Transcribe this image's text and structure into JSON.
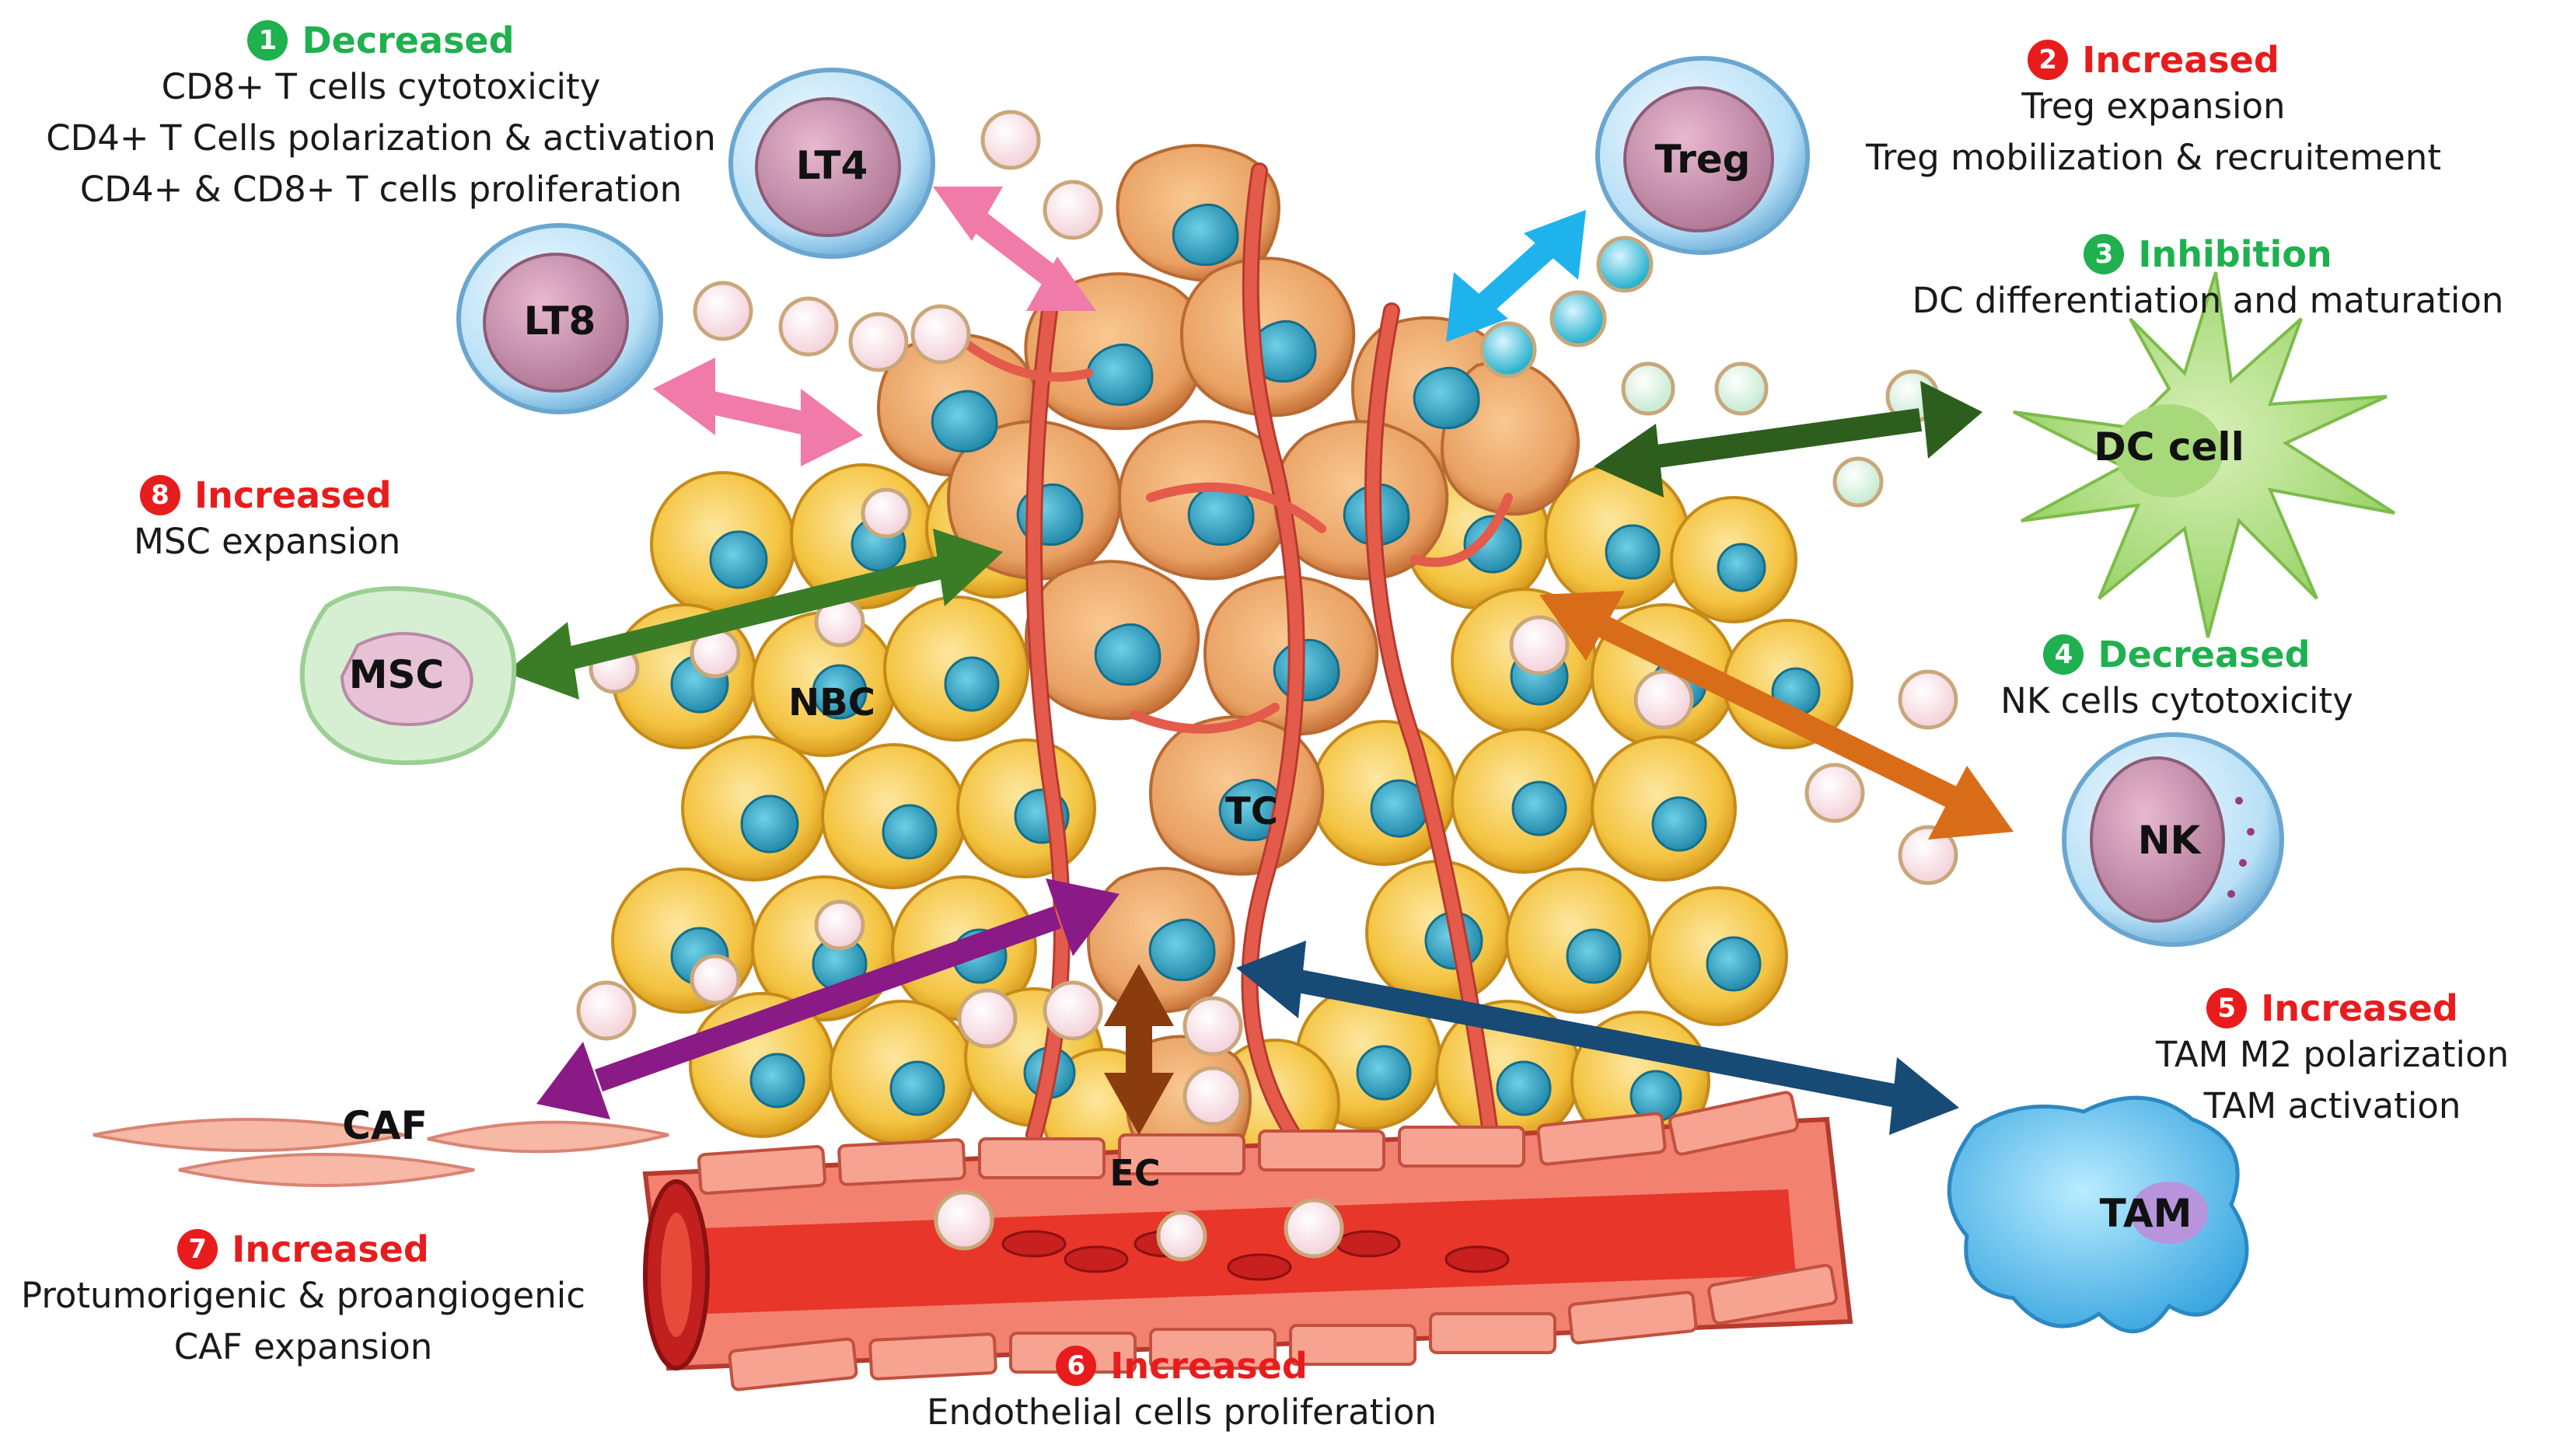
{
  "colors": {
    "decreased": "#1fb04f",
    "increased": "#e81c1c",
    "tumor_orange": "#e9a163",
    "normal_yellow": "#f4c441",
    "nucleus_blue": "#2b9fbf",
    "vessel_red": "#e45b4c",
    "arrow_pink": "#f07aa8",
    "arrow_blue": "#1fb3ee",
    "arrow_darkgreen": "#2d5e1e",
    "arrow_orange": "#d96c19",
    "arrow_navy": "#174a74",
    "arrow_brown": "#8a3c0e",
    "arrow_purple": "#8a1a86",
    "arrow_green": "#3a7d26"
  },
  "cells": {
    "lt4": "LT4",
    "lt8": "LT8",
    "treg": "Treg",
    "dc": "DC cell",
    "msc": "MSC",
    "nbc": "NBC",
    "tc": "TC",
    "nk": "NK",
    "caf": "CAF",
    "ec": "EC",
    "tam": "TAM"
  },
  "effects": [
    {
      "num": "1",
      "status": "Decreased",
      "lines": [
        "CD8+ T cells cytotoxicity",
        "CD4+ T Cells polarization & activation",
        "CD4+ & CD8+ T cells proliferation"
      ]
    },
    {
      "num": "2",
      "status": "Increased",
      "lines": [
        "Treg expansion",
        "Treg mobilization & recruitement"
      ]
    },
    {
      "num": "3",
      "status": "Inhibition",
      "lines": [
        "DC differentiation and maturation"
      ]
    },
    {
      "num": "4",
      "status": "Decreased",
      "lines": [
        "NK cells cytotoxicity"
      ]
    },
    {
      "num": "5",
      "status": "Increased",
      "lines": [
        "TAM M2 polarization",
        "TAM activation"
      ]
    },
    {
      "num": "6",
      "status": "Increased",
      "lines": [
        "Endothelial cells proliferation"
      ]
    },
    {
      "num": "7",
      "status": "Increased",
      "lines": [
        "Protumorigenic & proangiogenic",
        "CAF expansion"
      ]
    },
    {
      "num": "8",
      "status": "Increased",
      "lines": [
        "MSC expansion"
      ]
    }
  ]
}
